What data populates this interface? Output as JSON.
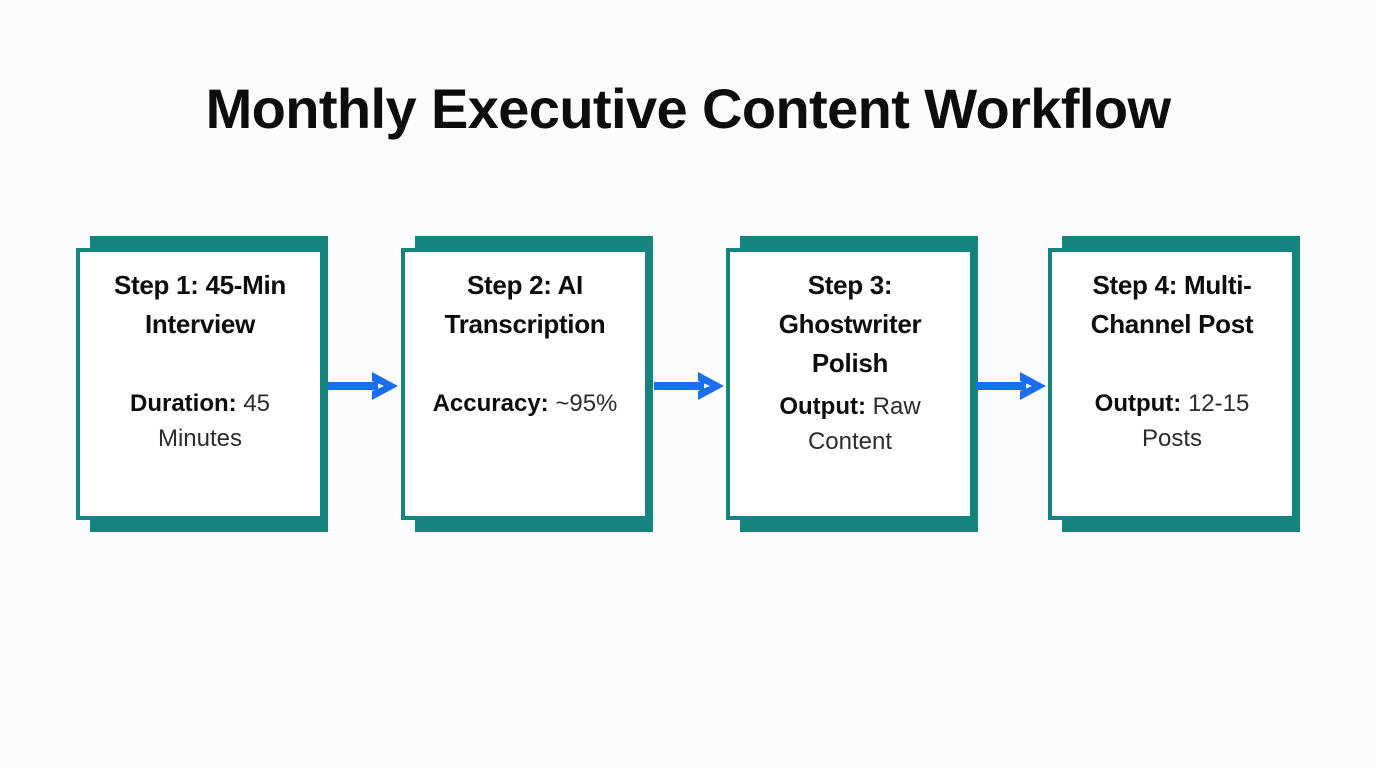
{
  "title": "Monthly Executive Content Workflow",
  "theme": {
    "background": "#fbfcfe",
    "accent_teal": "#14847e",
    "arrow_blue": "#1a6ef0",
    "title_color": "#0c0d0e",
    "card_background": "#ffffff"
  },
  "diagram": {
    "type": "horizontal-process-flow",
    "step_count": 4,
    "connector": "arrow-right",
    "steps": [
      {
        "title": "Step 1: 45-Min Interview",
        "detail_label": "Duration:",
        "detail_value": "45 Minutes",
        "title_lines": 2
      },
      {
        "title": "Step 2: AI Transcription",
        "detail_label": "Accuracy:",
        "detail_value": "~95%",
        "title_lines": 2
      },
      {
        "title": "Step 3: Ghostwriter Polish",
        "detail_label": "Output:",
        "detail_value": "Raw Content",
        "title_lines": 3
      },
      {
        "title": "Step 4: Multi-Channel Post",
        "detail_label": "Output:",
        "detail_value": "12-15 Posts",
        "title_lines": 2
      }
    ],
    "arrows": [
      {
        "name": "arrow-step1-to-step2"
      },
      {
        "name": "arrow-step2-to-step3"
      },
      {
        "name": "arrow-step3-to-step4"
      }
    ]
  }
}
